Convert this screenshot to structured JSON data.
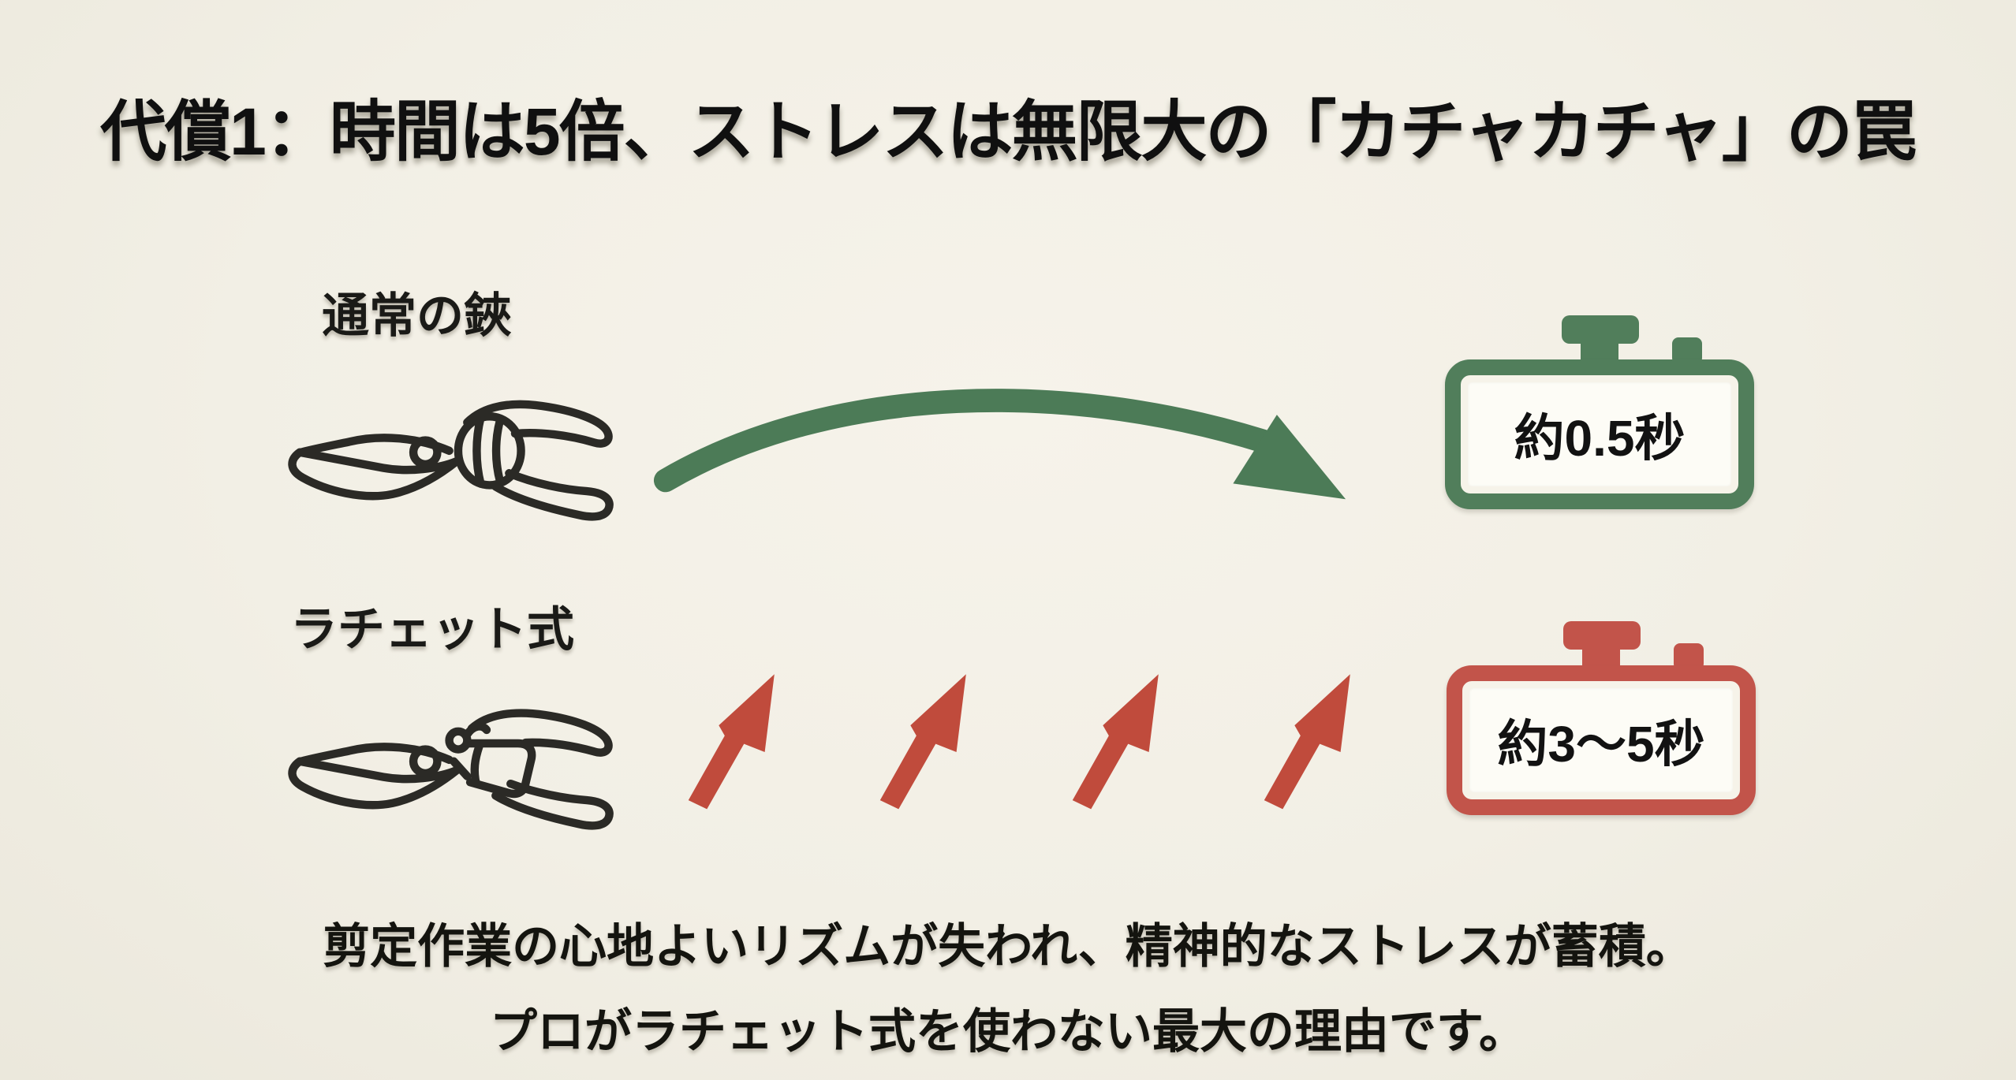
{
  "title": "代償1：時間は5倍、ストレスは無限大の「カチャカチャ」の罠",
  "colors": {
    "background": "#f2efe5",
    "arrow_green": "#4c7b57",
    "arrow_red": "#c04b3c",
    "badge_green": "#517e5b",
    "badge_red": "#c2544a",
    "text": "#161613",
    "badge_face": "#fdfcf6"
  },
  "rows": [
    {
      "label": "通常の鋏",
      "time": "約0.5秒",
      "icon": "pruning-shears-icon",
      "arrow_icon": "smooth-curve-arrow-icon",
      "badge_icon": "stopwatch-badge"
    },
    {
      "label": "ラチェット式",
      "time": "約3〜5秒",
      "icon": "ratchet-shears-icon",
      "arrow_icon": "step-up-arrow-icon",
      "arrow_count": 4,
      "badge_icon": "stopwatch-badge"
    }
  ],
  "footer": {
    "line1": "剪定作業の心地よいリズムが失われ、精神的なストレスが蓄積。",
    "line2": "プロがラチェット式を使わない最大の理由です。"
  }
}
